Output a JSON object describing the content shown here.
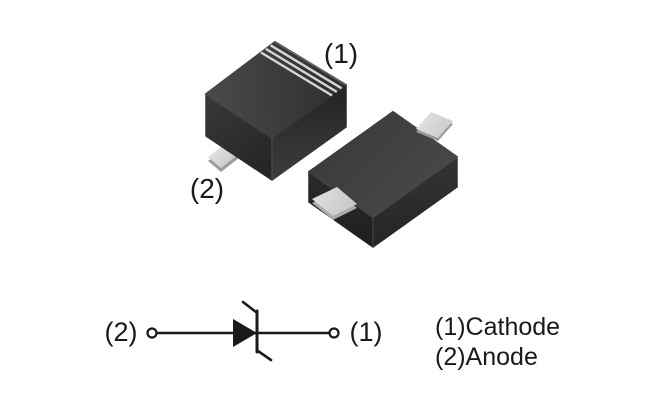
{
  "diagram": {
    "top_illustration": {
      "pin1_label": "(1)",
      "pin2_label": "(2)"
    },
    "schematic": {
      "anode_label": "(2)",
      "cathode_label": "(1)"
    },
    "legend": {
      "cathode_line": "(1)Cathode",
      "anode_line": "(2)Anode"
    },
    "colors": {
      "background": "#ffffff",
      "package_body_dark": "#323234",
      "package_body_light": "#47474a",
      "lead_metal": "#dcdcda",
      "lead_metal_shadow": "#9c9c9a",
      "cathode_stripe": "#d6d6d4",
      "schematic_line": "#1a1a1a",
      "text": "#1a1a1a"
    }
  }
}
